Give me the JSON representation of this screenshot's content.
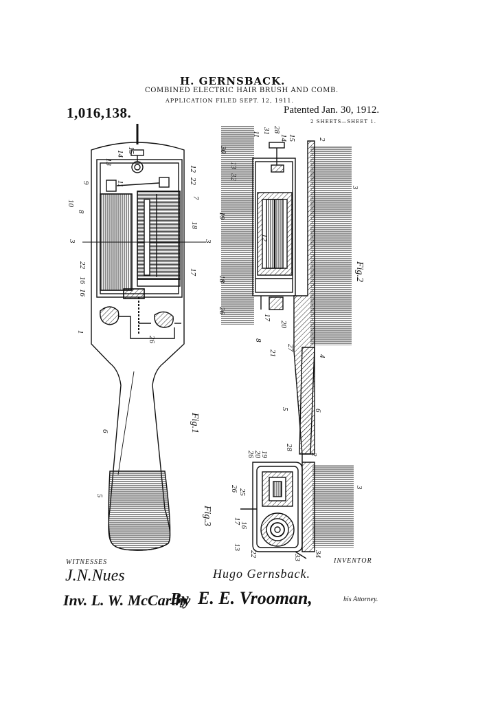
{
  "header": {
    "inventor": "H. GERNSBACK.",
    "title": "COMBINED ELECTRIC HAIR BRUSH AND COMB.",
    "application": "APPLICATION FILED SEPT. 12, 1911.",
    "patent_number": "1,016,138.",
    "patented": "Patented Jan. 30, 1912.",
    "sheets": "2 SHEETS—SHEET 1."
  },
  "figures": {
    "fig1_label": "Fig.1",
    "fig2_label": "Fig.2",
    "fig3_label": "Fig.3"
  },
  "footer": {
    "witnesses_label": "WITNESSES",
    "inventor_label": "INVENTOR",
    "witness1": "J.N.Nues",
    "witness2": "Inv. L. W. McCarthy",
    "inventor_signature": "Hugo Gernsback.",
    "by": "By",
    "attorney_signature": "E. E. Vrooman,",
    "attorney_label": "his Attorney."
  }
}
